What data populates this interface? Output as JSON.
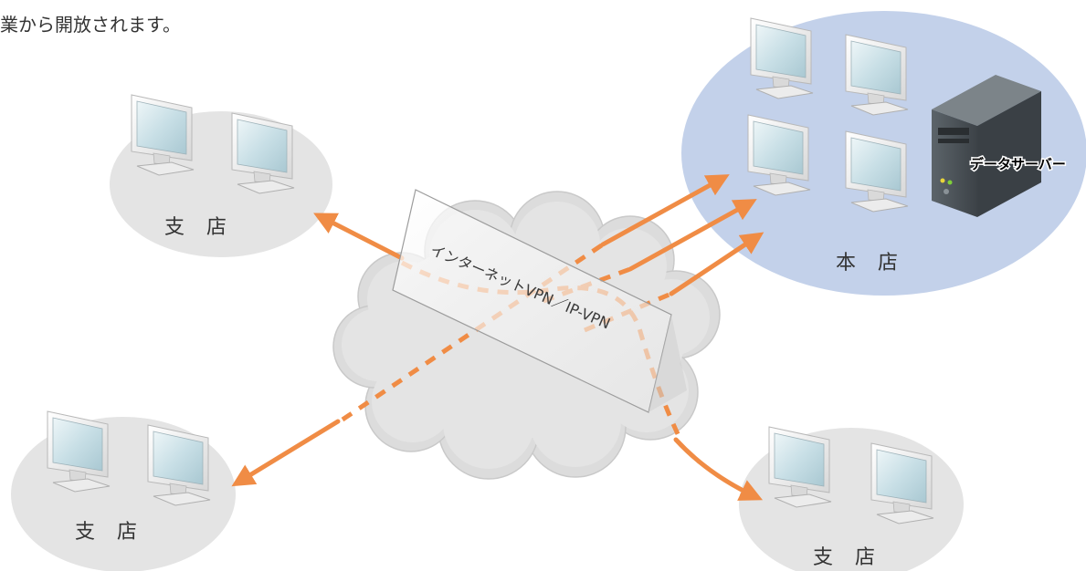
{
  "intro_text": "業から開放されます。",
  "network_label": "インターネットVPN／IP-VPN",
  "server_label": "データサーバー",
  "sites": {
    "head_office": "本　店",
    "branch_top_left": "支　店",
    "branch_bottom_left": "支　店",
    "branch_bottom_right": "支　店"
  },
  "colors": {
    "arrow": "#f08c45",
    "branch_ellipse": "#e4e4e4",
    "head_ellipse": "#c3d1ea",
    "cloud": "#dcdcdc"
  },
  "icons": [
    "computer-monitor-icon",
    "server-tower-icon"
  ]
}
